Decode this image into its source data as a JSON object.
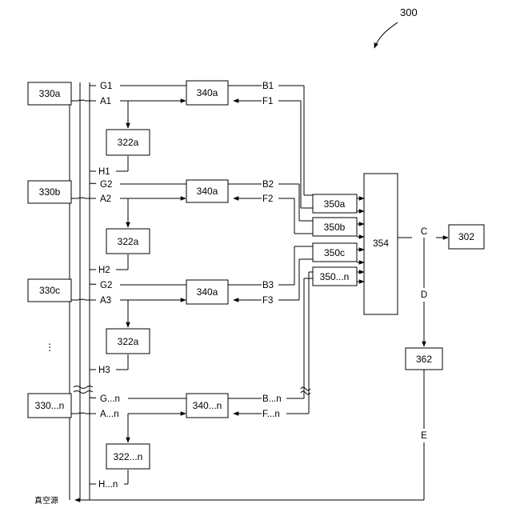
{
  "figure": {
    "ref": "300",
    "vacuum_label": "真空源",
    "dots": "⋮"
  },
  "sources": [
    "330a",
    "330b",
    "330c",
    "330...n"
  ],
  "valves": [
    "340a",
    "340a",
    "340a",
    "340...n"
  ],
  "sensors": [
    "322a",
    "322a",
    "322a",
    "322...n"
  ],
  "modules": [
    "350a",
    "350b",
    "350c",
    "350...n"
  ],
  "controller": "354",
  "target": "302",
  "pump": "362",
  "line_labels": {
    "G": [
      "G1",
      "G2",
      "G2",
      "G...n"
    ],
    "A": [
      "A1",
      "A2",
      "A3",
      "A...n"
    ],
    "H": [
      "H1",
      "H2",
      "H3",
      "H...n"
    ],
    "B": [
      "B1",
      "B2",
      "B3",
      "B...n"
    ],
    "F": [
      "F1",
      "F2",
      "F3",
      "F...n"
    ],
    "C": "C",
    "D": "D",
    "E": "E"
  },
  "colors": {
    "stroke": "#000000",
    "background": "#ffffff"
  }
}
